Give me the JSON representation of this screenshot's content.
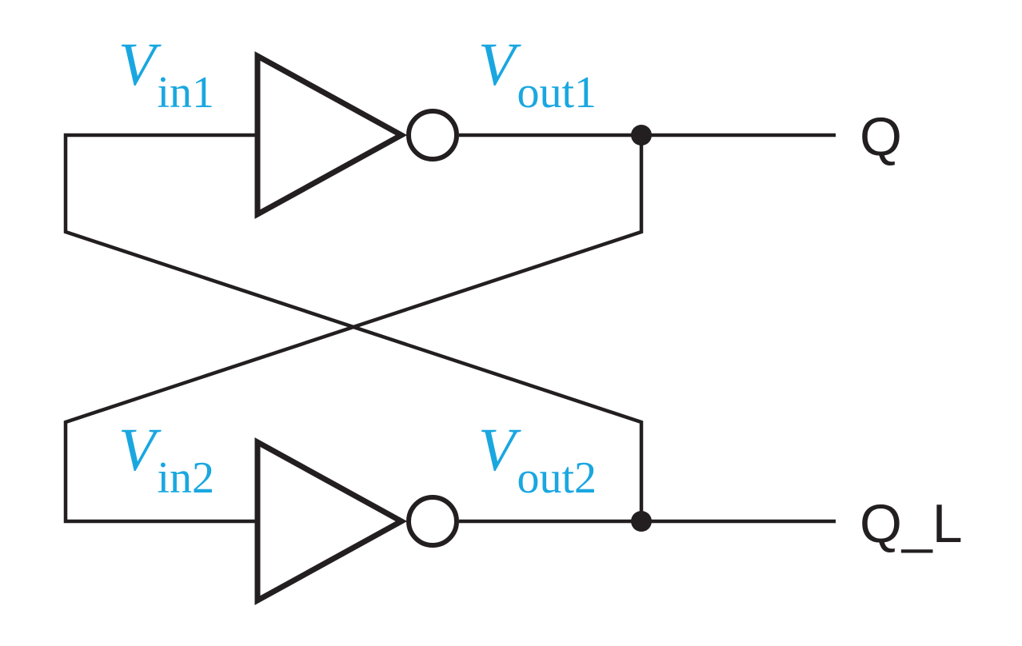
{
  "labels": {
    "vin1": {
      "main": "V",
      "sub": "in1"
    },
    "vout1": {
      "main": "V",
      "sub": "out1"
    },
    "vin2": {
      "main": "V",
      "sub": "in2"
    },
    "vout2": {
      "main": "V",
      "sub": "out2"
    },
    "q": "Q",
    "q_l": "Q_L"
  },
  "colors": {
    "signal_label": "#1aa7e0",
    "line": "#231f20",
    "background": "#ffffff"
  }
}
